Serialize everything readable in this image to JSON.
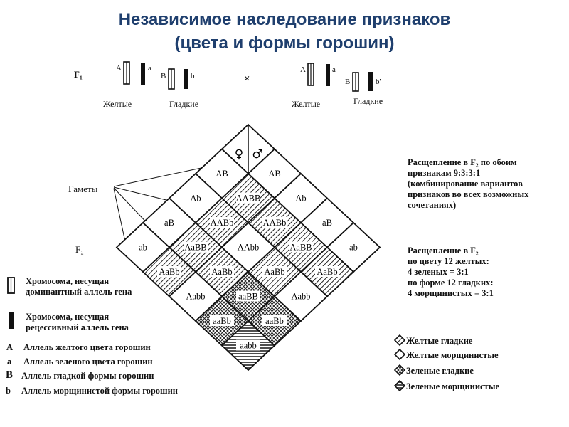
{
  "title": {
    "line1": "Независимое наследование признаков",
    "line2": "(цвета и формы горошин)"
  },
  "cross": {
    "label": "F₁",
    "sign": "×",
    "parents": [
      {
        "alleles": [
          "A",
          "a",
          "B",
          "b"
        ],
        "traits": [
          "Желтые",
          "Гладкие"
        ]
      },
      {
        "alleles": [
          "A",
          "a",
          "B",
          "b'"
        ],
        "traits": [
          "Желтые",
          "Гладкие"
        ]
      }
    ]
  },
  "gametes_label": "Гаметы",
  "f2_label": "F₂",
  "symbols": {
    "female": "♀",
    "male": "♂"
  },
  "gametes": [
    "AB",
    "Ab",
    "aB",
    "ab"
  ],
  "grid": [
    [
      "AABB",
      "AABb",
      "AaBB",
      "AaBb"
    ],
    [
      "AABb",
      "AAbb",
      "AaBb",
      "Aabb"
    ],
    [
      "AaBB",
      "AaBb",
      "aaBB",
      "aaBb"
    ],
    [
      "AaBb",
      "Aabb",
      "aaBb",
      "aabb"
    ]
  ],
  "grid_types": [
    [
      "yellow_smooth",
      "yellow_smooth",
      "yellow_smooth",
      "yellow_smooth"
    ],
    [
      "yellow_smooth",
      "yellow_wrinkled",
      "yellow_smooth",
      "yellow_wrinkled"
    ],
    [
      "yellow_smooth",
      "yellow_smooth",
      "green_smooth",
      "green_smooth"
    ],
    [
      "yellow_smooth",
      "yellow_wrinkled",
      "green_smooth",
      "green_wrinkled"
    ]
  ],
  "ratio_note": {
    "lines": [
      "Расщепление в F₂ по обоим",
      "признакам 9:3:3:1",
      "(комбинирование вариантов",
      "признаков во всех возможных",
      "сочетаниях)"
    ]
  },
  "split_note": {
    "lines": [
      "Расщепление в F₂",
      "по цвету 12 желтых:",
      "4 зеленых = 3:1",
      "по форме 12 гладких:",
      "4 морщинистых = 3:1"
    ]
  },
  "chromosome_legend": [
    {
      "icon": "dominant-chromosome-icon",
      "lines": [
        "Хромосома, несущая",
        "доминантный аллель гена"
      ]
    },
    {
      "icon": "recessive-chromosome-icon",
      "lines": [
        "Хромосома, несущая",
        "рецессивный аллель гена"
      ]
    }
  ],
  "allele_legend": [
    {
      "symbol": "A",
      "text": "Аллель желтого цвета горошин"
    },
    {
      "symbol": "a",
      "text": "Аллель зеленого цвета горошин"
    },
    {
      "symbol": "B",
      "text": "Аллель гладкой формы горошин"
    },
    {
      "symbol": "b",
      "text": "Аллель морщинистой формы горошин"
    }
  ],
  "phenotype_legend": [
    {
      "key": "yellow_smooth",
      "text": "Желтые гладкие"
    },
    {
      "key": "yellow_wrinkled",
      "text": "Желтые морщинистые"
    },
    {
      "key": "green_smooth",
      "text": "Зеленые гладкие"
    },
    {
      "key": "green_wrinkled",
      "text": "Зеленые морщинистые"
    }
  ]
}
